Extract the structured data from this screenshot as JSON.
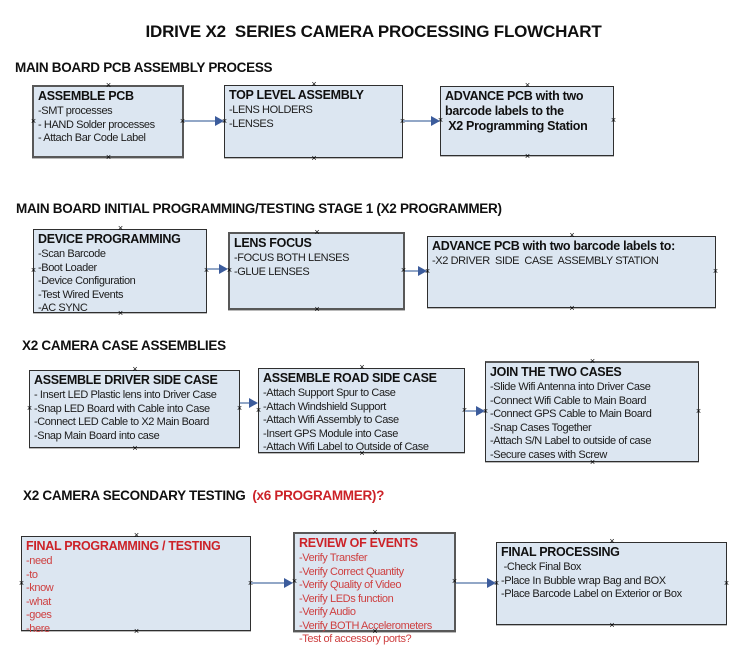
{
  "title": "IDRIVE X2  SERIES CAMERA PROCESSING FLOWCHART",
  "colors": {
    "box_fill": "#dce6f1",
    "arrow_line": "#92a7c7",
    "arrow_head": "#3c5c9c",
    "red_heading": "#cc2228",
    "red_item": "#ce4041"
  },
  "sections": [
    {
      "heading": "MAIN BOARD PCB ASSEMBLY PROCESS",
      "heading_suffix": "",
      "boxes": [
        {
          "id": "assemble-pcb",
          "title": "ASSEMBLE PCB",
          "red": false,
          "items": [
            "-SMT processes",
            "- HAND Solder processes",
            "- Attach Bar Code Label"
          ]
        },
        {
          "id": "top-level-assembly",
          "title": "TOP LEVEL ASSEMBLY",
          "red": false,
          "items": [
            "-LENS HOLDERS",
            "-LENSES"
          ]
        },
        {
          "id": "advance-pcb-programming-station",
          "title": "ADVANCE PCB with two\nbarcode labels to the\n X2 Programming Station",
          "red": false,
          "items": []
        }
      ]
    },
    {
      "heading": "MAIN BOARD INITIAL PROGRAMMING/TESTING STAGE 1 (X2 PROGRAMMER)",
      "heading_suffix": "",
      "boxes": [
        {
          "id": "device-programming",
          "title": "DEVICE PROGRAMMING",
          "red": false,
          "items": [
            "-Scan Barcode",
            "-Boot Loader",
            "-Device Configuration",
            "-Test Wired Events",
            "-AC SYNC"
          ]
        },
        {
          "id": "lens-focus",
          "title": "LENS FOCUS",
          "red": false,
          "items": [
            "-FOCUS BOTH LENSES",
            "-GLUE LENSES"
          ]
        },
        {
          "id": "advance-pcb-driver-side",
          "title": "ADVANCE PCB with two barcode labels to:",
          "red": false,
          "items": [
            "-X2 DRIVER  SIDE  CASE  ASSEMBLY STATION"
          ]
        }
      ]
    },
    {
      "heading": "X2 CAMERA CASE ASSEMBLIES",
      "heading_suffix": "",
      "boxes": [
        {
          "id": "assemble-driver-side-case",
          "title": "ASSEMBLE DRIVER SIDE CASE",
          "red": false,
          "items": [
            "- Insert LED Plastic lens into Driver Case",
            "-Snap LED Board with Cable into Case",
            "-Connect LED Cable to X2 Main Board",
            "-Snap Main Board into case"
          ]
        },
        {
          "id": "assemble-road-side-case",
          "title": "ASSEMBLE ROAD SIDE CASE",
          "red": false,
          "items": [
            "-Attach Support Spur to Case",
            "-Attach Windshield Support",
            "-Attach Wifi Assembly to Case",
            "-Insert GPS Module into Case",
            "-Attach Wifi Label to Outside of Case"
          ]
        },
        {
          "id": "join-the-two-cases",
          "title": "JOIN THE TWO CASES",
          "red": false,
          "items": [
            "-Slide Wifi Antenna into Driver Case",
            "-Connect Wifi Cable to Main Board",
            "-Connect GPS Cable to Main Board",
            "-Snap Cases Together",
            "-Attach S/N Label to outside of case",
            "-Secure cases with Screw"
          ]
        }
      ]
    },
    {
      "heading": "X2 CAMERA SECONDARY TESTING ",
      "heading_suffix": " (x6 PROGRAMMER)?",
      "boxes": [
        {
          "id": "final-programming-testing",
          "title": "FINAL PROGRAMMING / TESTING",
          "red": true,
          "items": [
            "-need",
            "-to",
            "-know",
            "-what",
            "-goes",
            "-here"
          ]
        },
        {
          "id": "review-of-events",
          "title": "REVIEW OF EVENTS",
          "red": true,
          "items": [
            "-Verify Transfer",
            "-Verify Correct Quantity",
            "-Verify Quality of Video",
            "-Verify LEDs function",
            "-Verify Audio",
            "-Verify BOTH Accelerometers",
            "-Test of accessory ports?"
          ]
        },
        {
          "id": "final-processing",
          "title": "FINAL PROCESSING",
          "red": false,
          "items": [
            " -Check Final Box",
            "-Place In Bubble wrap Bag and BOX",
            "-Place Barcode Label on Exterior or Box"
          ]
        }
      ]
    }
  ]
}
